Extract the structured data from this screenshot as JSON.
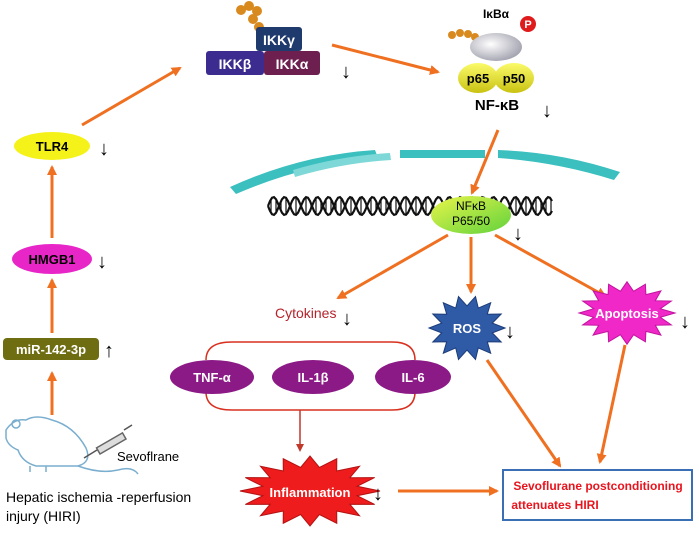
{
  "nodes": {
    "ikk_gamma": "IKKγ",
    "ikk_beta": "IKKβ",
    "ikk_alpha": "IKKα",
    "ikba": "IκBα",
    "p_badge": "P",
    "p65": "p65",
    "p50": "p50",
    "nfkb": "NF-κB",
    "tlr4": "TLR4",
    "hmgb1": "HMGB1",
    "mir": "miR-142-3p",
    "nfkb_nuclear_line1": "NFκB",
    "nfkb_nuclear_line2": "P65/50",
    "cytokines": "Cytokines",
    "ros": "ROS",
    "apoptosis": "Apoptosis",
    "tnf": "TNF-α",
    "il1b": "IL-1β",
    "il6": "IL-6",
    "inflammation": "Inflammation",
    "sevoflrane": "Sevoflrane",
    "hiri_line1": "Hepatic ischemia -reperfusion",
    "hiri_line2": "injury (HIRI)",
    "outcome_line1": "Sevoflurane postconditioning",
    "outcome_line2": "attenuates HIRI"
  },
  "indicators": {
    "down": "↓",
    "up": "↑"
  },
  "colors": {
    "arrow": "#f07021",
    "tlr4": "#f5f21a",
    "hmgb1": "#e826c8",
    "mir": "#6f6d12",
    "cytokine_oval": "#8c1a86",
    "ros": "#2f5aa6",
    "apoptosis": "#f028c8",
    "inflammation": "#ee1c1c",
    "outcome_border": "#3a6fb5",
    "outcome_text": "#e8141e",
    "membrane": "#3bbfbf"
  }
}
